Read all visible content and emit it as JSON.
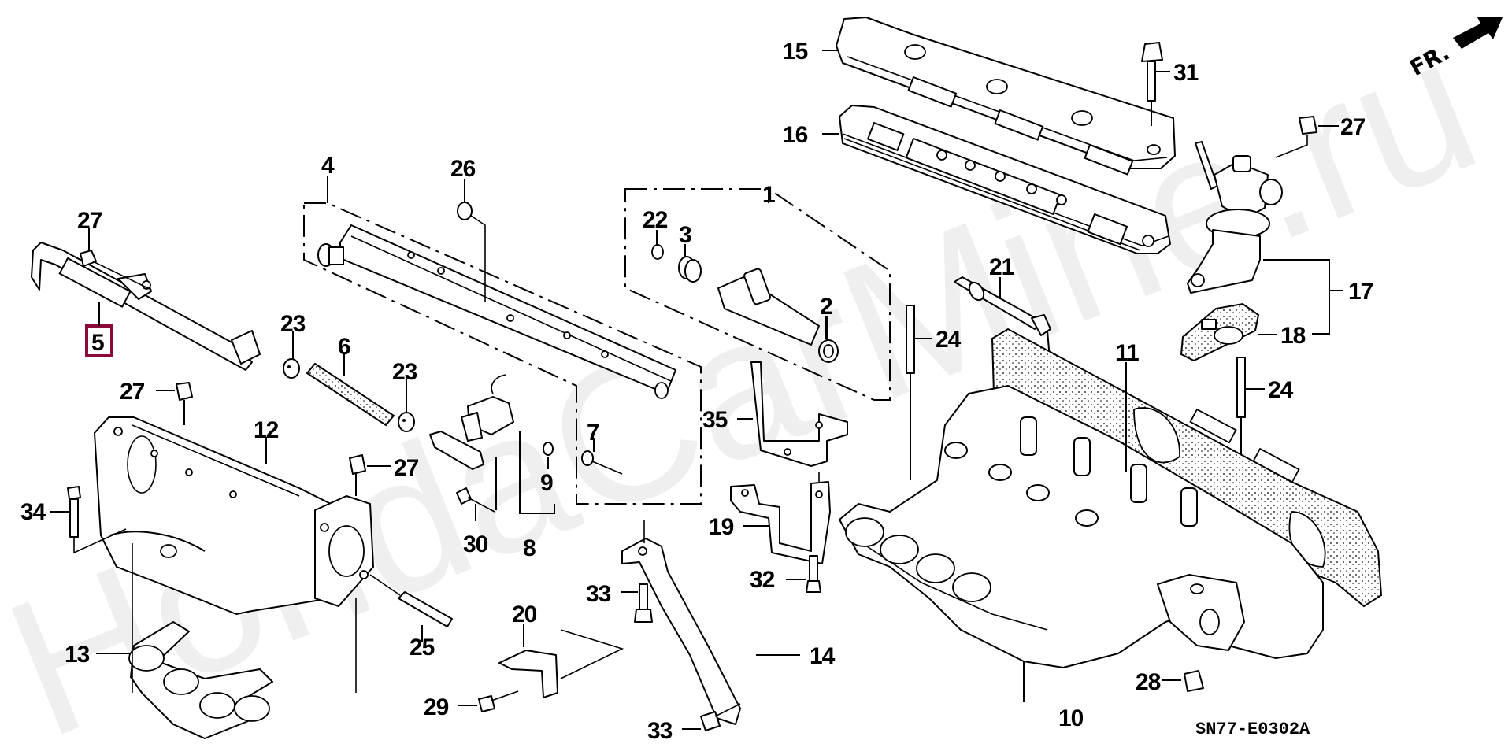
{
  "diagram": {
    "title": "Intake manifold exploded parts diagram",
    "watermark": "HondaCarMine.ru",
    "drawing_code": "SN77-E0302A",
    "direction_indicator": "FR.",
    "highlight_color": "#8b0a3a",
    "highlighted_part": "5",
    "callouts": [
      {
        "id": "c1",
        "label": "1"
      },
      {
        "id": "c2",
        "label": "2"
      },
      {
        "id": "c3",
        "label": "3"
      },
      {
        "id": "c4",
        "label": "4"
      },
      {
        "id": "c5",
        "label": "5"
      },
      {
        "id": "c6",
        "label": "6"
      },
      {
        "id": "c7",
        "label": "7"
      },
      {
        "id": "c8",
        "label": "8"
      },
      {
        "id": "c9",
        "label": "9"
      },
      {
        "id": "c10",
        "label": "10"
      },
      {
        "id": "c11",
        "label": "11"
      },
      {
        "id": "c12",
        "label": "12"
      },
      {
        "id": "c13",
        "label": "13"
      },
      {
        "id": "c14",
        "label": "14"
      },
      {
        "id": "c15",
        "label": "15"
      },
      {
        "id": "c16",
        "label": "16"
      },
      {
        "id": "c17",
        "label": "17"
      },
      {
        "id": "c18",
        "label": "18"
      },
      {
        "id": "c19",
        "label": "19"
      },
      {
        "id": "c20",
        "label": "20"
      },
      {
        "id": "c21",
        "label": "21"
      },
      {
        "id": "c22",
        "label": "22"
      },
      {
        "id": "c23a",
        "label": "23"
      },
      {
        "id": "c23b",
        "label": "23"
      },
      {
        "id": "c24a",
        "label": "24"
      },
      {
        "id": "c24b",
        "label": "24"
      },
      {
        "id": "c25",
        "label": "25"
      },
      {
        "id": "c26",
        "label": "26"
      },
      {
        "id": "c27a",
        "label": "27"
      },
      {
        "id": "c27b",
        "label": "27"
      },
      {
        "id": "c27c",
        "label": "27"
      },
      {
        "id": "c27d",
        "label": "27"
      },
      {
        "id": "c28",
        "label": "28"
      },
      {
        "id": "c29",
        "label": "29"
      },
      {
        "id": "c30",
        "label": "30"
      },
      {
        "id": "c31",
        "label": "31"
      },
      {
        "id": "c32",
        "label": "32"
      },
      {
        "id": "c33a",
        "label": "33"
      },
      {
        "id": "c33b",
        "label": "33"
      },
      {
        "id": "c34",
        "label": "34"
      },
      {
        "id": "c35",
        "label": "35"
      }
    ]
  }
}
